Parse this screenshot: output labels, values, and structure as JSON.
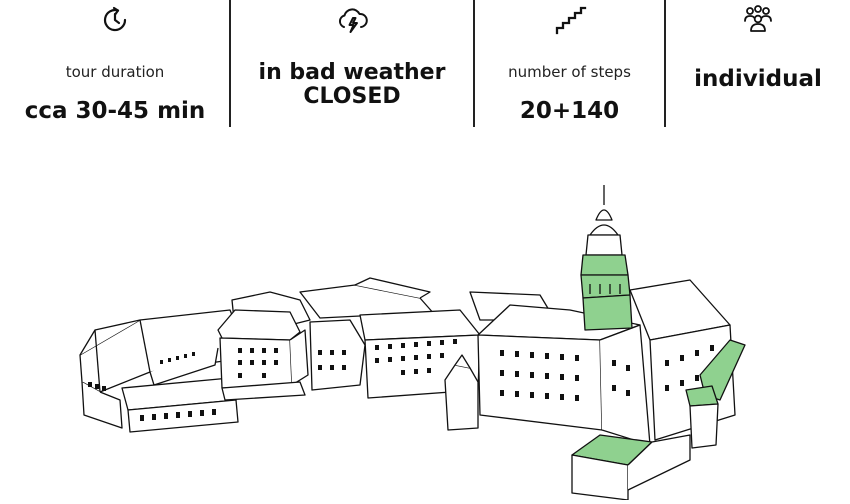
{
  "info": {
    "duration": {
      "icon": "clock-refresh-icon",
      "label": "tour duration",
      "value": "cca 30-45 min"
    },
    "weather": {
      "icon": "storm-cloud-icon",
      "line1": "in bad weather",
      "line2": "CLOSED"
    },
    "steps": {
      "icon": "stairs-icon",
      "label": "number of steps",
      "value": "20+140"
    },
    "group": {
      "icon": "people-group-icon",
      "value": "individual"
    }
  },
  "colors": {
    "highlight": "#8fd18f",
    "stroke": "#111111",
    "background": "#ffffff"
  }
}
